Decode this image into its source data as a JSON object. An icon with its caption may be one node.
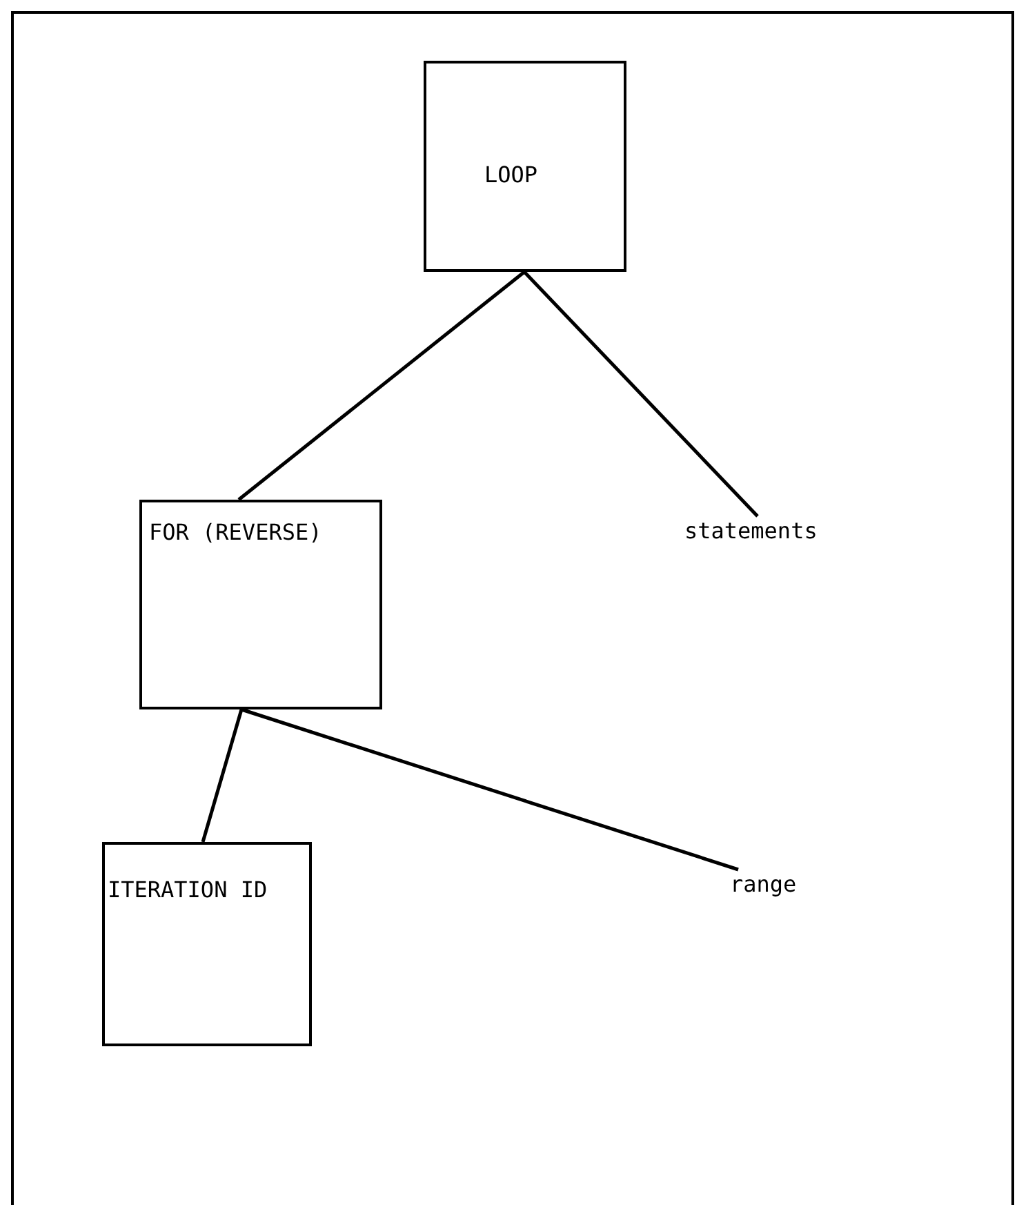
{
  "diagram": {
    "nodes": [
      {
        "text": [
          "LOOP"
        ]
      },
      {
        "text": [
          "FOR (REVERSE)"
        ]
      },
      {
        "text": [
          "statements"
        ]
      },
      {
        "text": [
          "ITERATION ID"
        ]
      },
      {
        "text": [
          "range"
        ]
      }
    ],
    "edges": [
      {
        "from": 0,
        "to": 1,
        "arrow": "none"
      },
      {
        "from": 0,
        "to": 2,
        "arrow": "none"
      },
      {
        "from": 1,
        "to": 3,
        "arrow": "none"
      },
      {
        "from": 1,
        "to": 4,
        "arrow": "none"
      }
    ]
  }
}
